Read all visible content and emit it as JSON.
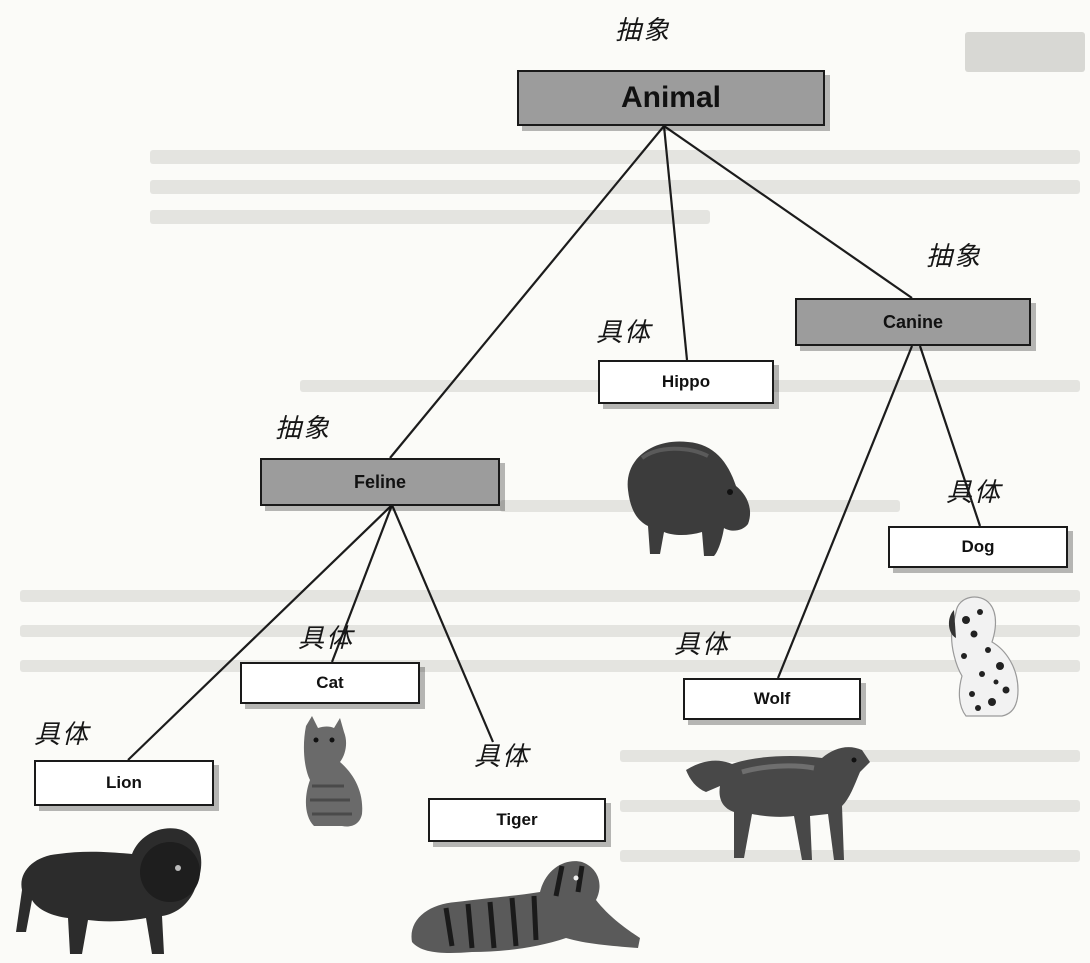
{
  "diagram": {
    "nodes": {
      "animal": {
        "label": "Animal",
        "kind": "抽象"
      },
      "feline": {
        "label": "Feline",
        "kind": "抽象"
      },
      "canine": {
        "label": "Canine",
        "kind": "抽象"
      },
      "hippo": {
        "label": "Hippo",
        "kind": "具体"
      },
      "lion": {
        "label": "Lion",
        "kind": "具体"
      },
      "cat": {
        "label": "Cat",
        "kind": "具体"
      },
      "tiger": {
        "label": "Tiger",
        "kind": "具体"
      },
      "wolf": {
        "label": "Wolf",
        "kind": "具体"
      },
      "dog": {
        "label": "Dog",
        "kind": "具体"
      }
    },
    "edges": [
      [
        "Animal",
        "Feline"
      ],
      [
        "Animal",
        "Hippo"
      ],
      [
        "Animal",
        "Canine"
      ],
      [
        "Feline",
        "Lion"
      ],
      [
        "Feline",
        "Cat"
      ],
      [
        "Feline",
        "Tiger"
      ],
      [
        "Canine",
        "Wolf"
      ],
      [
        "Canine",
        "Dog"
      ]
    ],
    "colors": {
      "abstract_fill": "#9c9c9c",
      "concrete_fill": "#ffffff",
      "line": "#1c1c1c"
    }
  }
}
